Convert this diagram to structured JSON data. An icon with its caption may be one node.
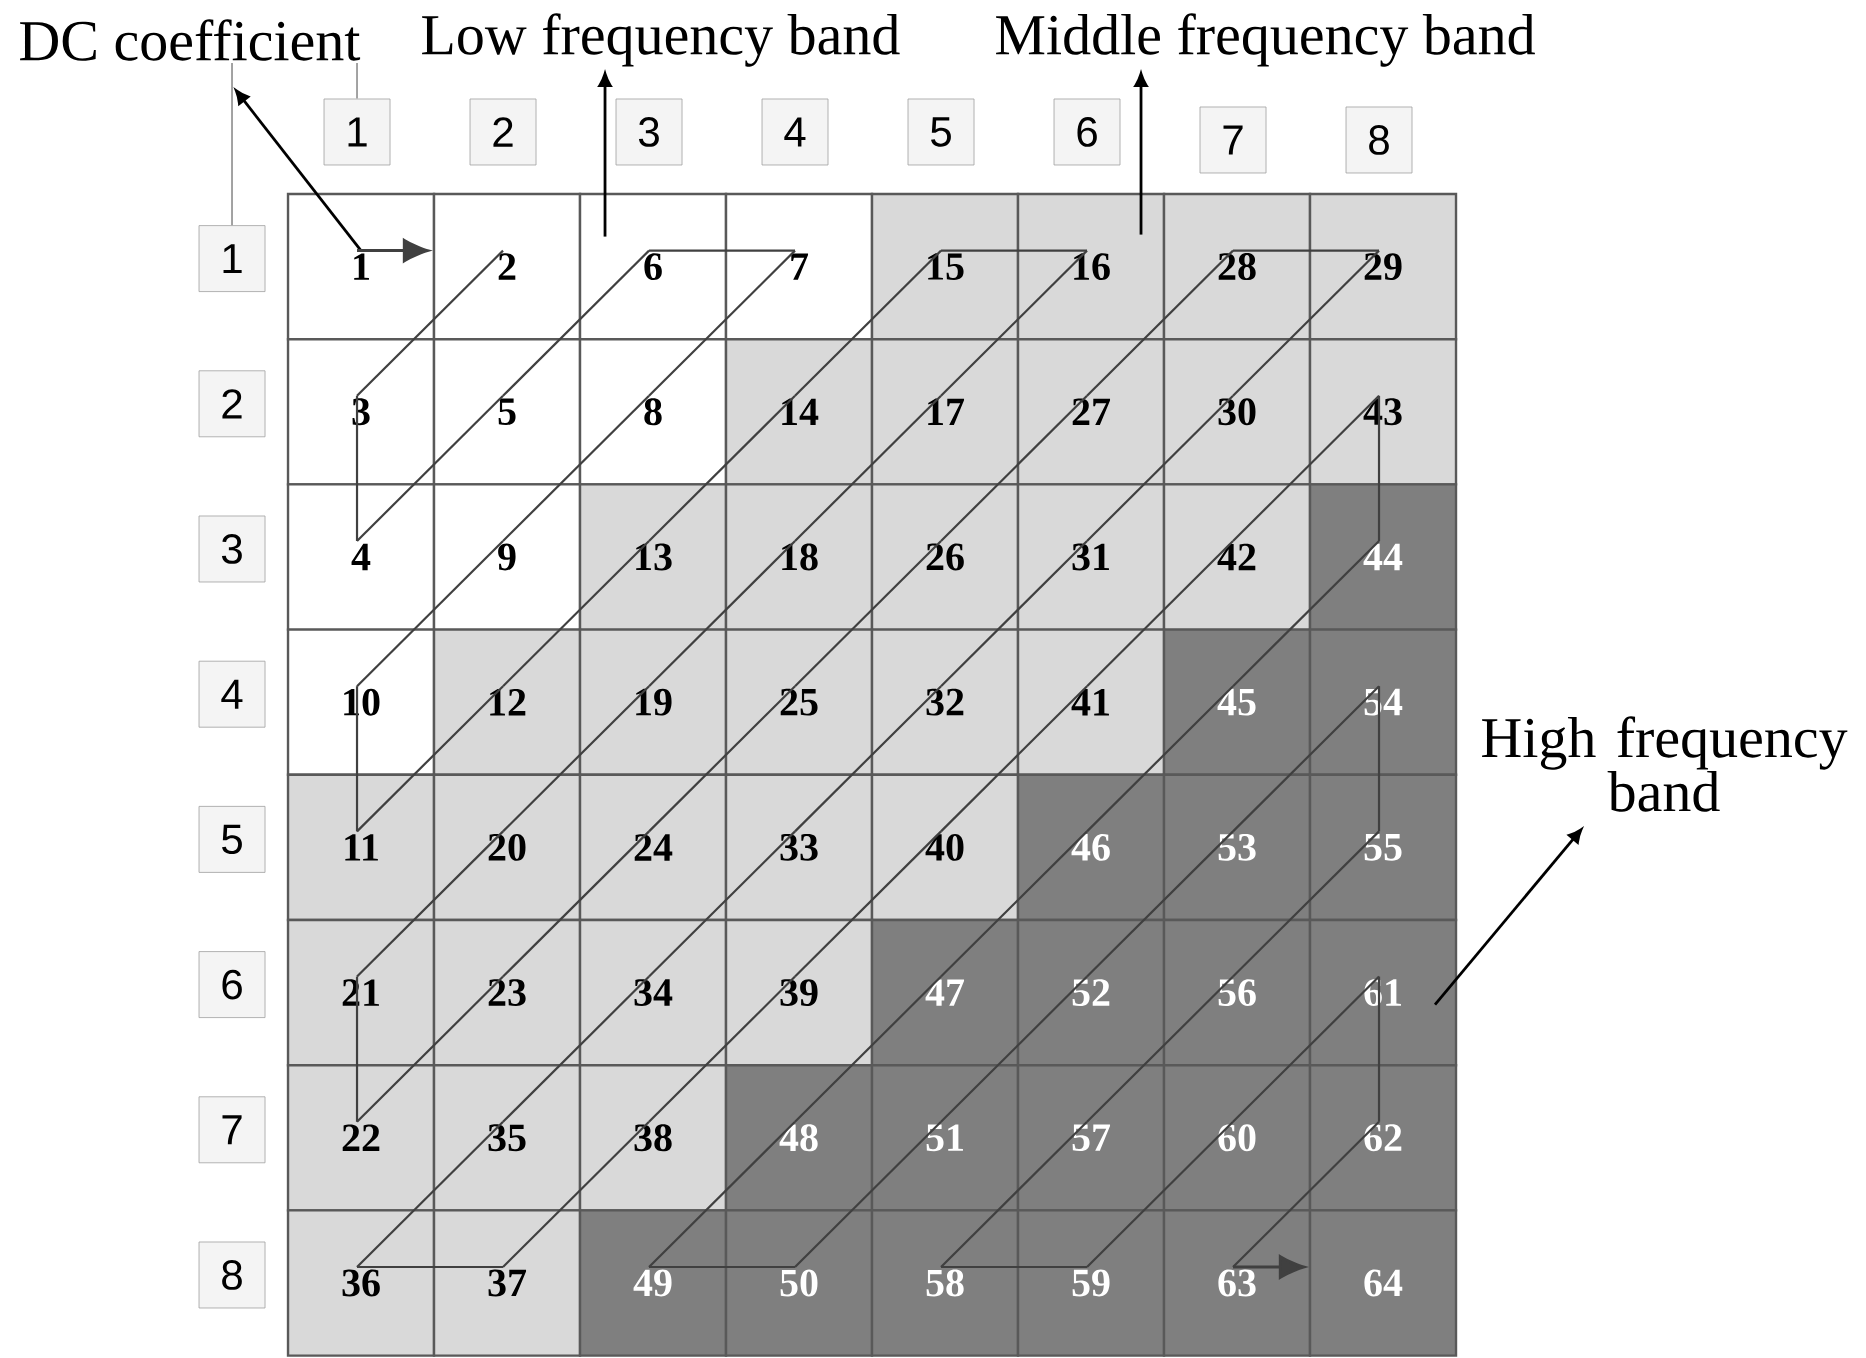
{
  "diagram": {
    "nodes": [
      {
        "text": [
          "DC coefficient"
        ]
      },
      {
        "text": [
          "Low frequency band"
        ]
      },
      {
        "text": [
          "Middle frequency band"
        ]
      },
      {
        "text": [
          "High frequency band"
        ]
      },
      {
        "text": [
          "1"
        ]
      },
      {
        "text": [
          "2"
        ]
      },
      {
        "text": [
          "3"
        ]
      },
      {
        "text": [
          "4"
        ]
      },
      {
        "text": [
          "5"
        ]
      },
      {
        "text": [
          "6"
        ]
      },
      {
        "text": [
          "7"
        ]
      },
      {
        "text": [
          "8"
        ]
      },
      {
        "text": [
          "1"
        ]
      },
      {
        "text": [
          "2"
        ]
      },
      {
        "text": [
          "3"
        ]
      },
      {
        "text": [
          "4"
        ]
      },
      {
        "text": [
          "5"
        ]
      },
      {
        "text": [
          "6"
        ]
      },
      {
        "text": [
          "7"
        ]
      },
      {
        "text": [
          "8"
        ]
      },
      {
        "text": [
          "1"
        ]
      },
      {
        "text": [
          "2"
        ]
      },
      {
        "text": [
          "6"
        ]
      },
      {
        "text": [
          "7"
        ]
      },
      {
        "text": [
          "15"
        ]
      },
      {
        "text": [
          "16"
        ]
      },
      {
        "text": [
          "28"
        ]
      },
      {
        "text": [
          "29"
        ]
      },
      {
        "text": [
          "3"
        ]
      },
      {
        "text": [
          "5"
        ]
      },
      {
        "text": [
          "8"
        ]
      },
      {
        "text": [
          "14"
        ]
      },
      {
        "text": [
          "17"
        ]
      },
      {
        "text": [
          "27"
        ]
      },
      {
        "text": [
          "30"
        ]
      },
      {
        "text": [
          "43"
        ]
      },
      {
        "text": [
          "4"
        ]
      },
      {
        "text": [
          "9"
        ]
      },
      {
        "text": [
          "13"
        ]
      },
      {
        "text": [
          "18"
        ]
      },
      {
        "text": [
          "26"
        ]
      },
      {
        "text": [
          "31"
        ]
      },
      {
        "text": [
          "42"
        ]
      },
      {
        "text": [
          "44"
        ]
      },
      {
        "text": [
          "10"
        ]
      },
      {
        "text": [
          "12"
        ]
      },
      {
        "text": [
          "19"
        ]
      },
      {
        "text": [
          "25"
        ]
      },
      {
        "text": [
          "32"
        ]
      },
      {
        "text": [
          "41"
        ]
      },
      {
        "text": [
          "45"
        ]
      },
      {
        "text": [
          "54"
        ]
      },
      {
        "text": [
          "11"
        ]
      },
      {
        "text": [
          "20"
        ]
      },
      {
        "text": [
          "24"
        ]
      },
      {
        "text": [
          "33"
        ]
      },
      {
        "text": [
          "40"
        ]
      },
      {
        "text": [
          "46"
        ]
      },
      {
        "text": [
          "53"
        ]
      },
      {
        "text": [
          "55"
        ]
      },
      {
        "text": [
          "21"
        ]
      },
      {
        "text": [
          "23"
        ]
      },
      {
        "text": [
          "34"
        ]
      },
      {
        "text": [
          "39"
        ]
      },
      {
        "text": [
          "47"
        ]
      },
      {
        "text": [
          "52"
        ]
      },
      {
        "text": [
          "56"
        ]
      },
      {
        "text": [
          "61"
        ]
      },
      {
        "text": [
          "22"
        ]
      },
      {
        "text": [
          "35"
        ]
      },
      {
        "text": [
          "38"
        ]
      },
      {
        "text": [
          "48"
        ]
      },
      {
        "text": [
          "51"
        ]
      },
      {
        "text": [
          "57"
        ]
      },
      {
        "text": [
          "60"
        ]
      },
      {
        "text": [
          "62"
        ]
      },
      {
        "text": [
          "36"
        ]
      },
      {
        "text": [
          "37"
        ]
      },
      {
        "text": [
          "49"
        ]
      },
      {
        "text": [
          "50"
        ]
      },
      {
        "text": [
          "58"
        ]
      },
      {
        "text": [
          "59"
        ]
      },
      {
        "text": [
          "63"
        ]
      },
      {
        "text": [
          "64"
        ]
      }
    ],
    "edges": [
      {
        "from": 20,
        "to": 0,
        "arrow": "to",
        "color": "#000000"
      },
      {
        "from": 22,
        "to": 1,
        "arrow": "to",
        "color": "#000000"
      },
      {
        "from": 25,
        "to": 2,
        "arrow": "to",
        "color": "#000000"
      },
      {
        "from": 67,
        "to": 3,
        "arrow": "to",
        "color": "#000000"
      },
      {
        "from": 0,
        "to": 4,
        "arrow": "none",
        "color": "#999999"
      },
      {
        "from": 0,
        "to": 12,
        "arrow": "none",
        "color": "#999999"
      },
      {
        "from": 20,
        "to": 21,
        "arrow": "to"
      },
      {
        "from": 21,
        "to": 28,
        "arrow": "none"
      },
      {
        "from": 28,
        "to": 36,
        "arrow": "none"
      },
      {
        "from": 36,
        "to": 29,
        "arrow": "none"
      },
      {
        "from": 29,
        "to": 22,
        "arrow": "none"
      },
      {
        "from": 22,
        "to": 23,
        "arrow": "none"
      },
      {
        "from": 23,
        "to": 30,
        "arrow": "none"
      },
      {
        "from": 30,
        "to": 37,
        "arrow": "none"
      },
      {
        "from": 37,
        "to": 44,
        "arrow": "none"
      },
      {
        "from": 44,
        "to": 52,
        "arrow": "none"
      },
      {
        "from": 52,
        "to": 45,
        "arrow": "none"
      },
      {
        "from": 45,
        "to": 38,
        "arrow": "none"
      },
      {
        "from": 38,
        "to": 31,
        "arrow": "none"
      },
      {
        "from": 31,
        "to": 24,
        "arrow": "none"
      },
      {
        "from": 24,
        "to": 25,
        "arrow": "none"
      },
      {
        "from": 25,
        "to": 32,
        "arrow": "none"
      },
      {
        "from": 32,
        "to": 39,
        "arrow": "none"
      },
      {
        "from": 39,
        "to": 46,
        "arrow": "none"
      },
      {
        "from": 46,
        "to": 53,
        "arrow": "none"
      },
      {
        "from": 53,
        "to": 60,
        "arrow": "none"
      },
      {
        "from": 60,
        "to": 68,
        "arrow": "none"
      },
      {
        "from": 68,
        "to": 61,
        "arrow": "none"
      },
      {
        "from": 61,
        "to": 54,
        "arrow": "none"
      },
      {
        "from": 54,
        "to": 47,
        "arrow": "none"
      },
      {
        "from": 47,
        "to": 40,
        "arrow": "none"
      },
      {
        "from": 40,
        "to": 33,
        "arrow": "none"
      },
      {
        "from": 33,
        "to": 26,
        "arrow": "none"
      },
      {
        "from": 26,
        "to": 27,
        "arrow": "none"
      },
      {
        "from": 27,
        "to": 34,
        "arrow": "none"
      },
      {
        "from": 34,
        "to": 41,
        "arrow": "none"
      },
      {
        "from": 41,
        "to": 48,
        "arrow": "none"
      },
      {
        "from": 48,
        "to": 55,
        "arrow": "none"
      },
      {
        "from": 55,
        "to": 62,
        "arrow": "none"
      },
      {
        "from": 62,
        "to": 69,
        "arrow": "none"
      },
      {
        "from": 69,
        "to": 76,
        "arrow": "none"
      },
      {
        "from": 76,
        "to": 77,
        "arrow": "none"
      },
      {
        "from": 77,
        "to": 70,
        "arrow": "none"
      },
      {
        "from": 70,
        "to": 63,
        "arrow": "none"
      },
      {
        "from": 63,
        "to": 56,
        "arrow": "none"
      },
      {
        "from": 56,
        "to": 49,
        "arrow": "none"
      },
      {
        "from": 49,
        "to": 42,
        "arrow": "none"
      },
      {
        "from": 42,
        "to": 35,
        "arrow": "none"
      },
      {
        "from": 35,
        "to": 43,
        "arrow": "none"
      },
      {
        "from": 43,
        "to": 50,
        "arrow": "none"
      },
      {
        "from": 50,
        "to": 57,
        "arrow": "none"
      },
      {
        "from": 57,
        "to": 64,
        "arrow": "none"
      },
      {
        "from": 64,
        "to": 71,
        "arrow": "none"
      },
      {
        "from": 71,
        "to": 78,
        "arrow": "none"
      },
      {
        "from": 78,
        "to": 79,
        "arrow": "none"
      },
      {
        "from": 79,
        "to": 72,
        "arrow": "none"
      },
      {
        "from": 72,
        "to": 65,
        "arrow": "none"
      },
      {
        "from": 65,
        "to": 58,
        "arrow": "none"
      },
      {
        "from": 58,
        "to": 51,
        "arrow": "none"
      },
      {
        "from": 51,
        "to": 59,
        "arrow": "none"
      },
      {
        "from": 59,
        "to": 66,
        "arrow": "none"
      },
      {
        "from": 66,
        "to": 73,
        "arrow": "none"
      },
      {
        "from": 73,
        "to": 80,
        "arrow": "none"
      },
      {
        "from": 80,
        "to": 81,
        "arrow": "none"
      },
      {
        "from": 81,
        "to": 74,
        "arrow": "none"
      },
      {
        "from": 74,
        "to": 67,
        "arrow": "none"
      },
      {
        "from": 67,
        "to": 75,
        "arrow": "none"
      },
      {
        "from": 75,
        "to": 82,
        "arrow": "none"
      },
      {
        "from": 82,
        "to": 83,
        "arrow": "to"
      }
    ]
  }
}
